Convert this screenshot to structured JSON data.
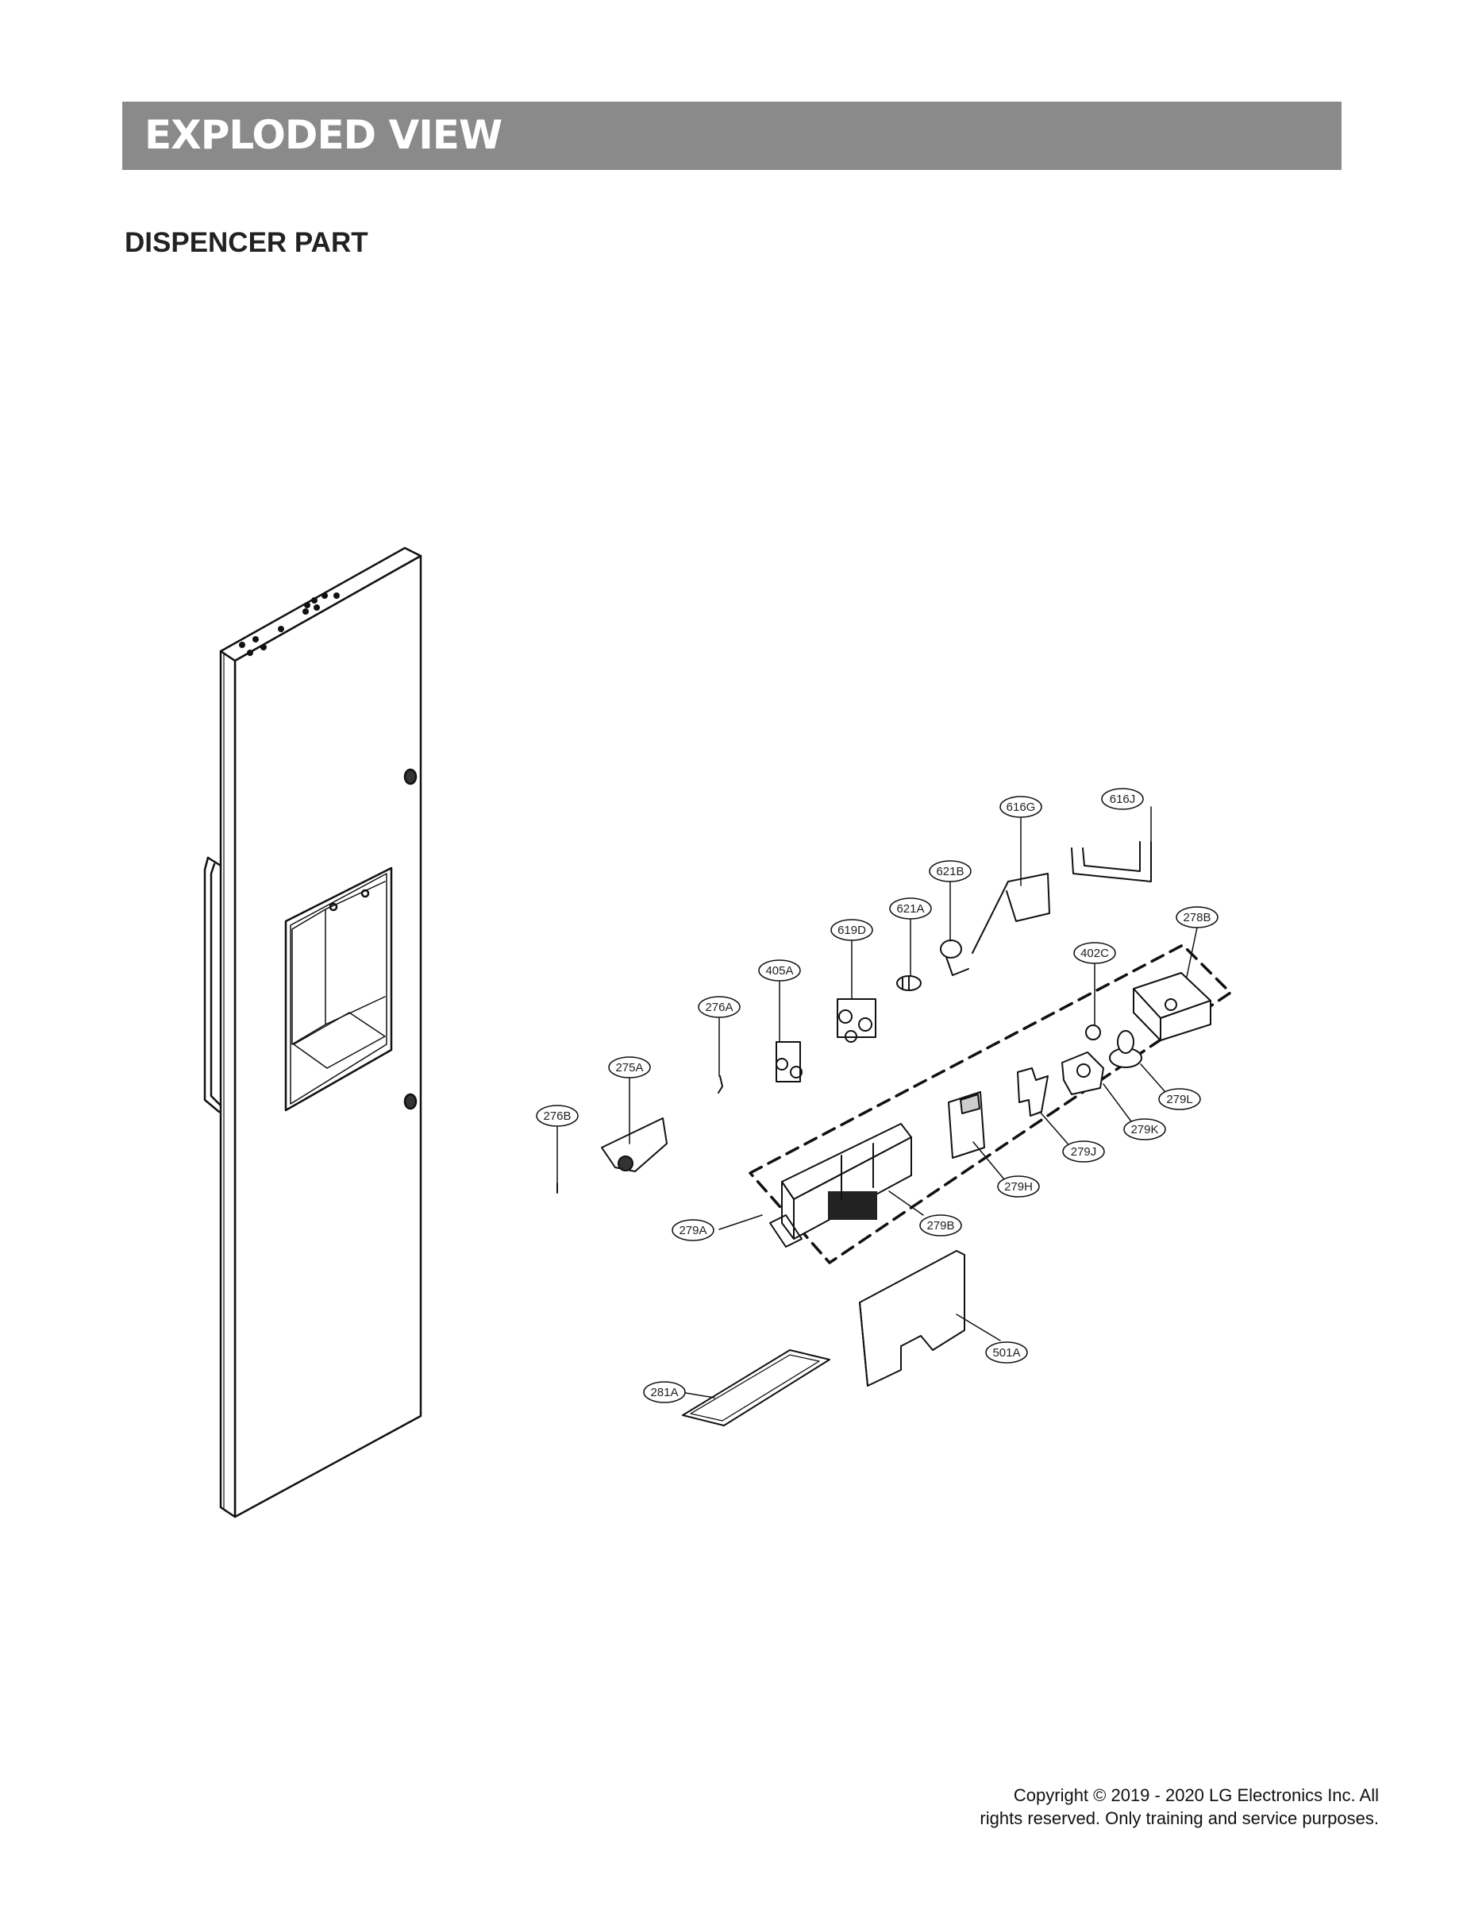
{
  "header": {
    "title": "EXPLODED VIEW"
  },
  "section": {
    "title": "DISPENCER PART"
  },
  "callouts": {
    "c616G": "616G",
    "c616J": "616J",
    "c621B": "621B",
    "c621A": "621A",
    "c619D": "619D",
    "c405A": "405A",
    "c276A": "276A",
    "c275A": "275A",
    "c276B": "276B",
    "c402C": "402C",
    "c278B": "278B",
    "c279L": "279L",
    "c279K": "279K",
    "c279J": "279J",
    "c279H": "279H",
    "c279B": "279B",
    "c279A": "279A",
    "c501A": "501A",
    "c281A": "281A"
  },
  "footer": {
    "line1": "Copyright © 2019 - 2020 LG Electronics Inc. All",
    "line2": "rights reserved. Only training and service purposes."
  }
}
